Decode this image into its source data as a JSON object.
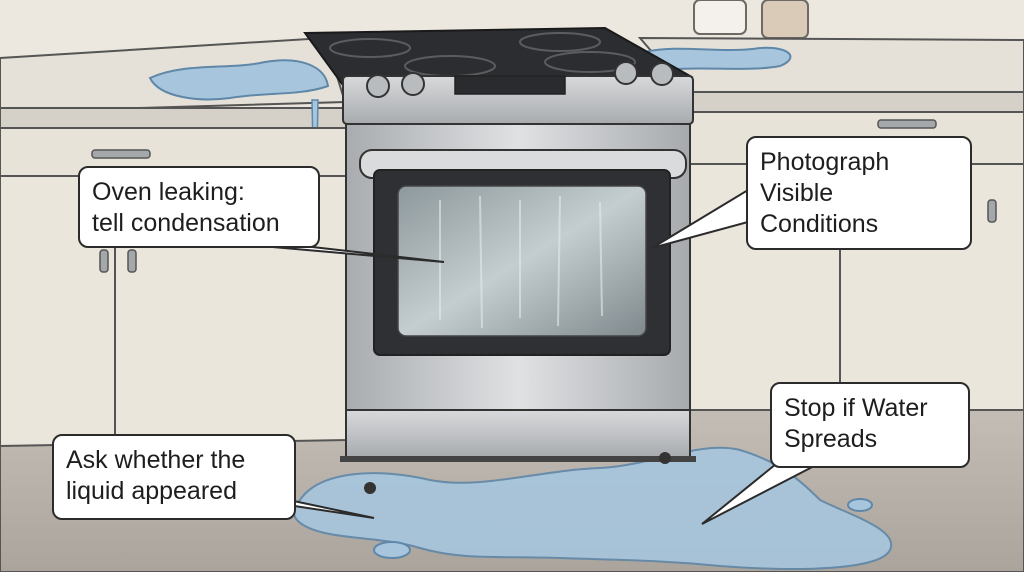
{
  "callouts": {
    "oven_leaking": "Oven leaking:\ntell condensation",
    "photograph": "Photograph\nVisible\nConditions",
    "ask_whether": "Ask whether the\nliquid appeared",
    "stop_if": "Stop if Water\nSpreads"
  },
  "colors": {
    "wall": "#ece7df",
    "counter": "#e6e1d8",
    "cabinet": "#ede8de",
    "floor": "#b9b3ab",
    "stainless": "#c9cbcd",
    "cooktop": "#2c2d30",
    "water": "#a7c6de",
    "outline": "#2b2b2b"
  },
  "icons": [
    "knob-icon",
    "canister-icon",
    "water-drip-icon"
  ]
}
